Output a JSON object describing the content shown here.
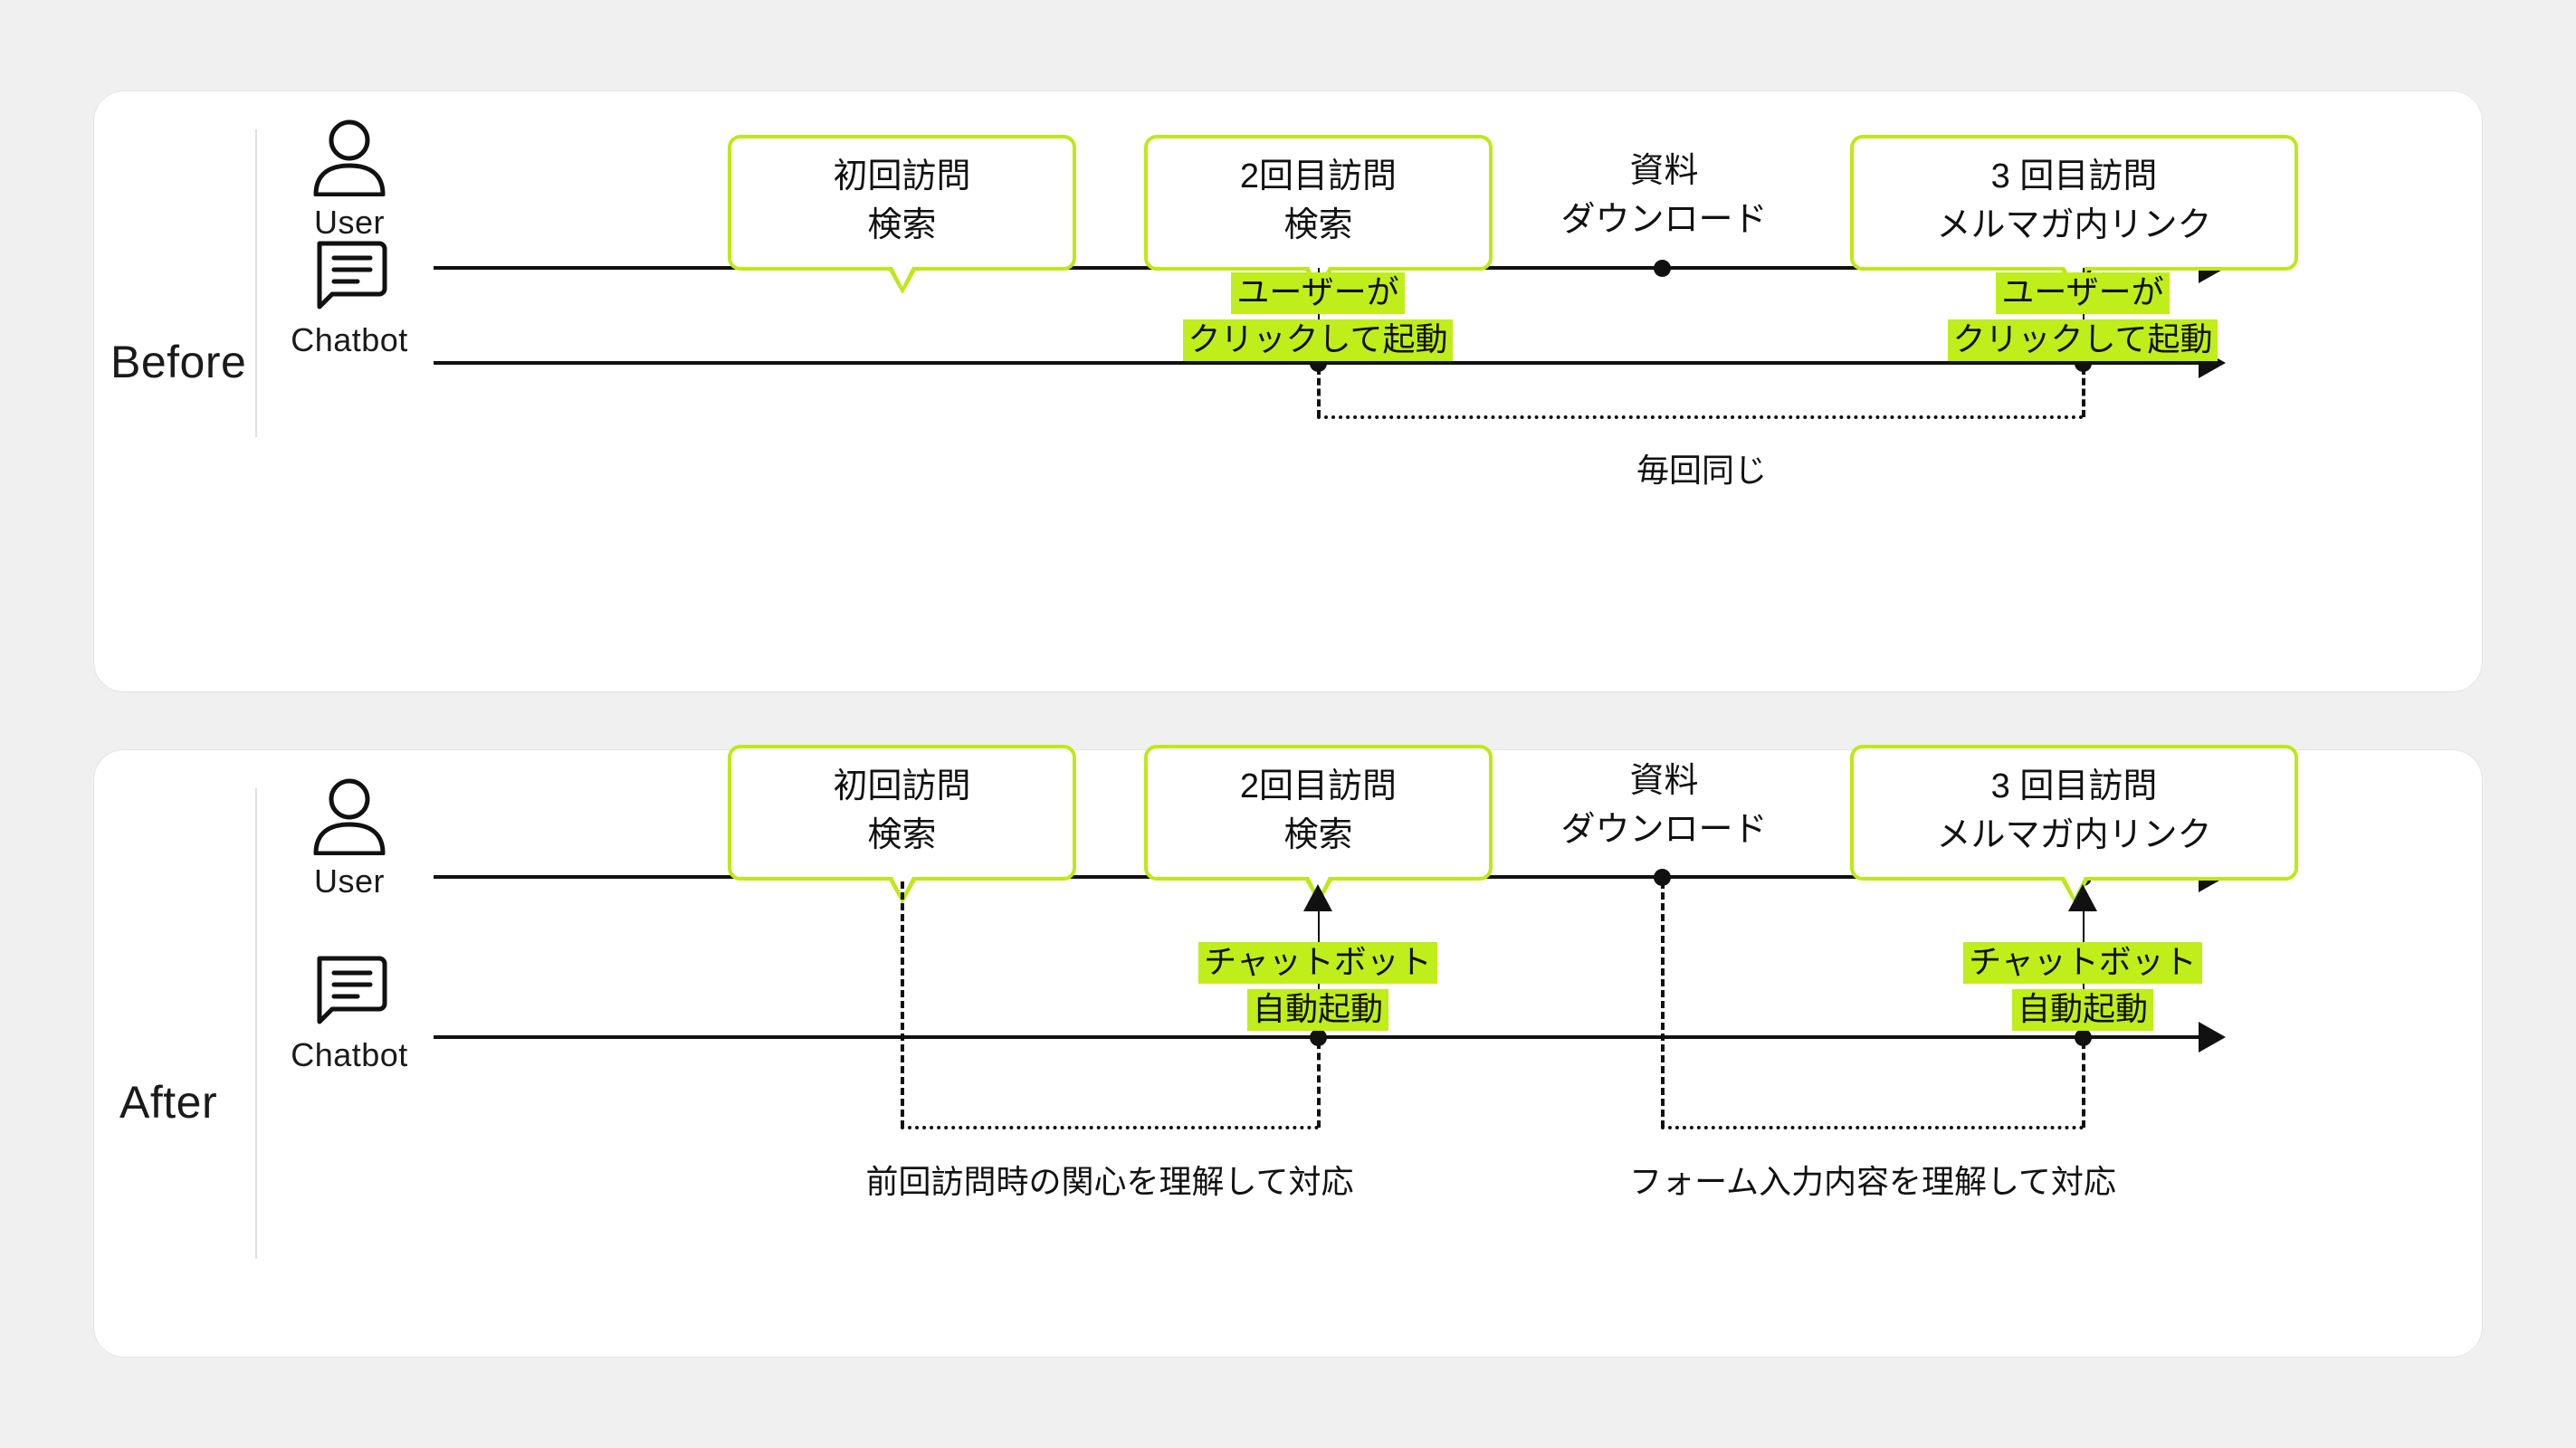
{
  "page": {
    "background": "#F0F0F0",
    "accent_green": "#BEE817",
    "highlight_green": "#BFEE1A",
    "line_color": "#111111"
  },
  "sections": [
    {
      "id": "before",
      "label": "Before",
      "actors": [
        {
          "name": "User",
          "icon": "user-icon"
        },
        {
          "name": "Chatbot",
          "icon": "chat-bubble-icon"
        }
      ],
      "events": [
        {
          "type": "callout",
          "lines": [
            "初回訪問",
            "検索"
          ]
        },
        {
          "type": "callout",
          "lines": [
            "2回目訪問",
            "検索"
          ]
        },
        {
          "type": "plain",
          "lines": [
            "資料",
            "ダウンロード"
          ]
        },
        {
          "type": "callout",
          "lines": [
            "3 回目訪問",
            "メルマガ内リンク"
          ]
        }
      ],
      "annotations": [
        {
          "lines": [
            "ユーザーが",
            "クリックして起動"
          ],
          "direction": "down"
        },
        {
          "lines": [
            "ユーザーが",
            "クリックして起動"
          ],
          "direction": "down"
        }
      ],
      "bracket_caption": "毎回同じ"
    },
    {
      "id": "after",
      "label": "After",
      "actors": [
        {
          "name": "User",
          "icon": "user-icon"
        },
        {
          "name": "Chatbot",
          "icon": "chat-bubble-icon"
        }
      ],
      "events": [
        {
          "type": "callout",
          "lines": [
            "初回訪問",
            "検索"
          ]
        },
        {
          "type": "callout",
          "lines": [
            "2回目訪問",
            "検索"
          ]
        },
        {
          "type": "plain",
          "lines": [
            "資料",
            "ダウンロード"
          ]
        },
        {
          "type": "callout",
          "lines": [
            "3 回目訪問",
            "メルマガ内リンク"
          ]
        }
      ],
      "annotations": [
        {
          "lines": [
            "チャットボット",
            "自動起動"
          ],
          "direction": "up"
        },
        {
          "lines": [
            "チャットボット",
            "自動起動"
          ],
          "direction": "up"
        }
      ],
      "bracket_captions": [
        "前回訪問時の関心を理解して対応",
        "フォーム入力内容を理解して対応"
      ]
    }
  ]
}
